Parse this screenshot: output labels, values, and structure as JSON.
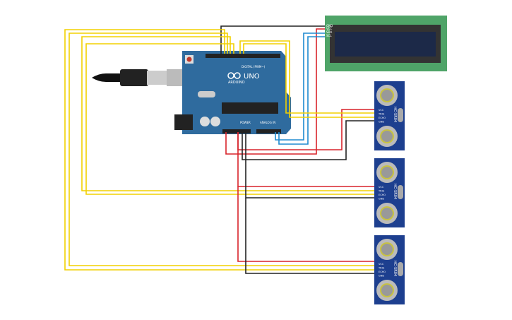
{
  "arduino": {
    "brand": "ARDUINO",
    "model": "UNO",
    "digital_label": "DIGITAL (PWM~)",
    "power_label": "POWER",
    "analog_label": "ANALOG IN",
    "colors": {
      "board": "#2f6b9e",
      "header": "#222222"
    }
  },
  "lcd": {
    "pins": [
      "GND",
      "VCC",
      "SDA",
      "SCL"
    ],
    "colors": {
      "pcb": "#4fa468",
      "bezel": "#333333",
      "screen": "#1c2948"
    }
  },
  "sensors": [
    {
      "model": "HC-SR04",
      "pins": [
        "VCC",
        "TRIG",
        "ECHO",
        "GND"
      ]
    },
    {
      "model": "HC-SR04",
      "pins": [
        "VCC",
        "TRIG",
        "ECHO",
        "GND"
      ]
    },
    {
      "model": "HC-SR04",
      "pins": [
        "VCC",
        "TRIG",
        "ECHO",
        "GND"
      ]
    }
  ],
  "wire_colors": {
    "signal": "#f2d000",
    "power": "#d8242b",
    "ground": "#222222",
    "i2c": "#1e8ad0"
  }
}
